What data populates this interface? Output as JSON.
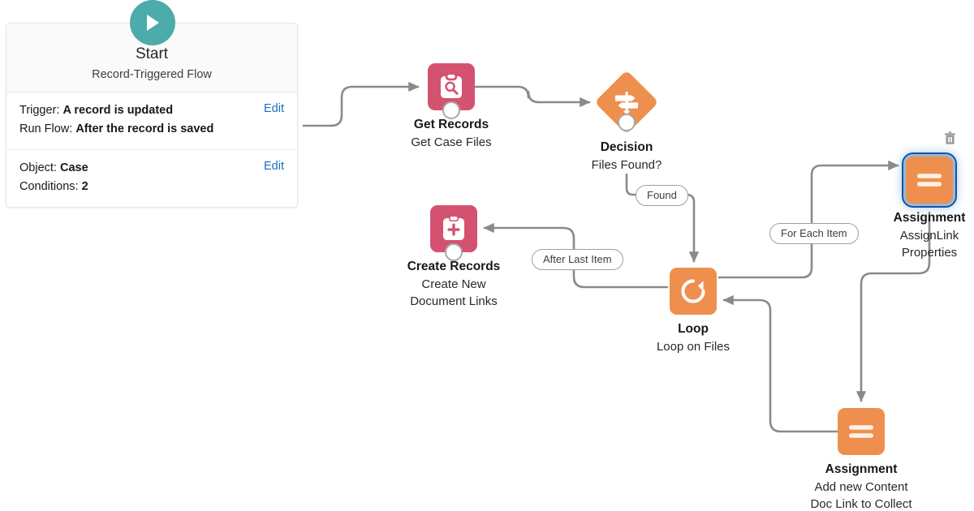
{
  "canvas": {
    "background": "#ffffff",
    "connector_color": "#8a8a8a",
    "accent_pink": "#d4526f",
    "accent_orange": "#ef8f4e",
    "accent_teal": "#4cabab",
    "selection_blue": "#1b5297",
    "link_blue": "#1a6bbd"
  },
  "start": {
    "title": "Start",
    "subtitle": "Record-Triggered Flow",
    "play_icon": "play-icon",
    "rows": [
      {
        "lines": [
          {
            "label": "Trigger:",
            "value": "A record is updated"
          },
          {
            "label": "Run Flow:",
            "value": "After the record is saved"
          }
        ],
        "edit_label": "Edit"
      },
      {
        "lines": [
          {
            "label": "Object:",
            "value": "Case"
          },
          {
            "label": "Conditions:",
            "value": "2"
          }
        ],
        "edit_label": "Edit"
      }
    ]
  },
  "nodes": [
    {
      "id": "get-records",
      "type": "Get Records",
      "name": "Get Records",
      "description": "Get Case Files",
      "icon": "clipboard-search-icon",
      "color": "#d4526f",
      "selected": false
    },
    {
      "id": "decision",
      "type": "Decision",
      "name": "Decision",
      "description": "Files Found?",
      "icon": "signpost-icon",
      "color": "#ef8f4e",
      "selected": false
    },
    {
      "id": "create-records",
      "type": "Create Records",
      "name": "Create Records",
      "description": "Create New\nDocument Links",
      "description_lines": [
        "Create New",
        "Document Links"
      ],
      "icon": "clipboard-plus-icon",
      "color": "#d4526f",
      "selected": false
    },
    {
      "id": "loop",
      "type": "Loop",
      "name": "Loop",
      "description": "Loop on Files",
      "icon": "loop-refresh-icon",
      "color": "#ef8f4e",
      "selected": false
    },
    {
      "id": "assignment-top",
      "type": "Assignment",
      "name": "Assignment",
      "description_lines": [
        "AssignLink",
        "Properties"
      ],
      "icon": "equals-icon",
      "color": "#ef8f4e",
      "selected": true,
      "delete_icon": "trash-icon"
    },
    {
      "id": "assignment-bottom",
      "type": "Assignment",
      "name": "Assignment",
      "description_lines": [
        "Add new Content",
        "Doc Link to Collect"
      ],
      "icon": "equals-icon",
      "color": "#ef8f4e",
      "selected": false
    }
  ],
  "connector_labels": [
    {
      "id": "found",
      "label": "Found"
    },
    {
      "id": "after-last-item",
      "label": "After Last Item"
    },
    {
      "id": "for-each-item",
      "label": "For Each Item"
    }
  ]
}
